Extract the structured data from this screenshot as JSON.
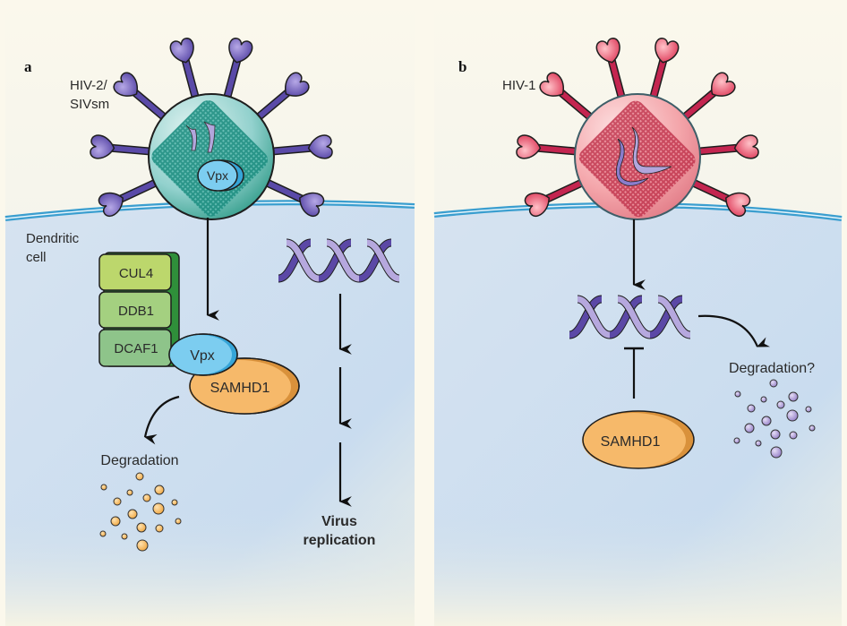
{
  "panels": {
    "a": {
      "letter": "a",
      "virus_label_line1": "HIV-2/",
      "virus_label_line2": "SIVsm",
      "virion_protein": "Vpx",
      "cell_label_line1": "Dendritic",
      "cell_label_line2": "cell",
      "complex": [
        "CUL4",
        "DDB1",
        "DCAF1"
      ],
      "complex_vpx": "Vpx",
      "restriction_factor": "SAMHD1",
      "degradation_label": "Degradation",
      "outcome_line1": "Virus",
      "outcome_line2": "replication"
    },
    "b": {
      "letter": "b",
      "virus_label": "HIV-1",
      "restriction_factor": "SAMHD1",
      "degradation_label": "Degradation?"
    }
  },
  "colors": {
    "background": "#fbf8ec",
    "membrane": "#3a9ecf",
    "cytoplasm": "#c9dcef",
    "hiv2_spike": "#6d5bb0",
    "hiv2_virion": "#8fd0d0",
    "hiv1_spike": "#e0506a",
    "hiv1_virion": "#f0a0a4",
    "vpx": "#6cc7ec",
    "samhd1": "#f5b867",
    "cul4": "#b9d66a",
    "ddb1": "#9fcf7f",
    "dcaf1": "#88c485",
    "dna": "#7b68b8"
  }
}
